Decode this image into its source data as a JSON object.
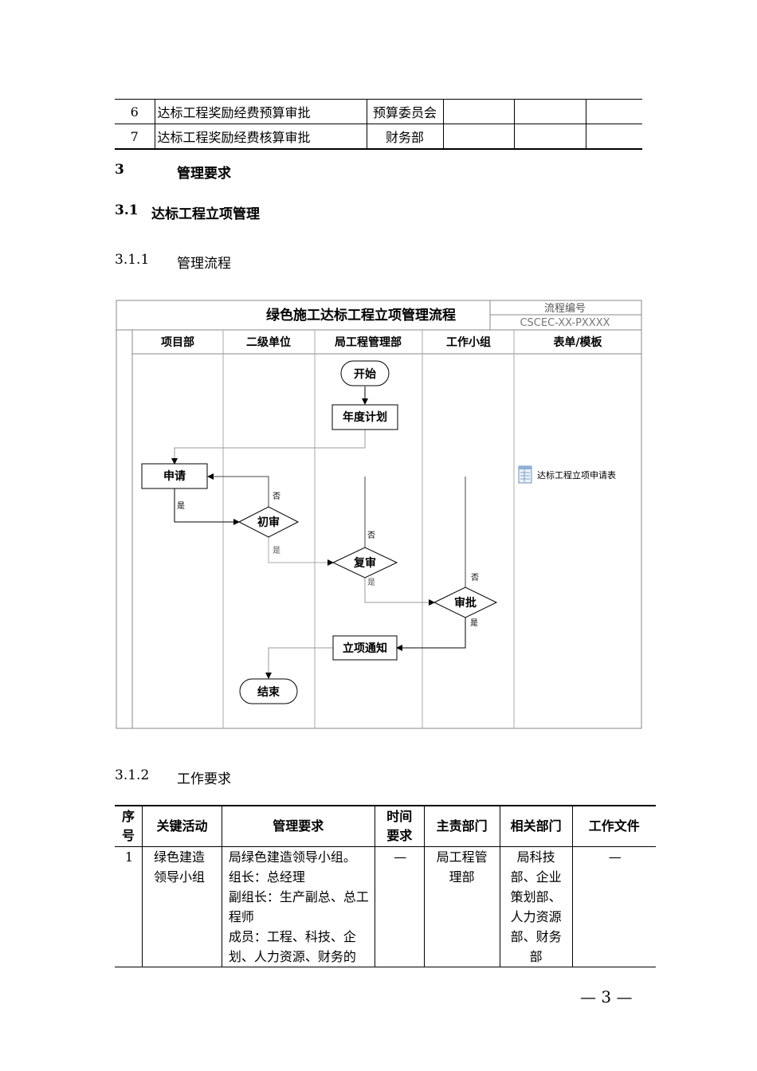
{
  "top_table": {
    "rows": [
      {
        "no": "6",
        "activity": "达标工程奖励经费预算审批",
        "dept": "预算委员会"
      },
      {
        "no": "7",
        "activity": "达标工程奖励经费核算审批",
        "dept": "财务部"
      }
    ]
  },
  "headings": {
    "h3": {
      "num": "3",
      "text": "管理要求"
    },
    "h31": {
      "num": "3.1",
      "text": "达标工程立项管理"
    },
    "h311": {
      "num": "3.1.1",
      "text": "管理流程"
    },
    "h312": {
      "num": "3.1.2",
      "text": "工作要求"
    }
  },
  "flowchart": {
    "title": "绿色施工达标工程立项管理流程",
    "code_label": "流程编号",
    "code_value": "CSCEC-XX-PXXXX",
    "lanes": [
      "项目部",
      "二级单位",
      "局工程管理部",
      "工作小组",
      "表单/模板"
    ],
    "nodes": {
      "start": "开始",
      "plan": "年度计划",
      "apply": "申请",
      "first_review": "初审",
      "second_review": "复审",
      "approve": "审批",
      "notice": "立项通知",
      "end": "结束"
    },
    "labels": {
      "yes": "是",
      "no": "否"
    },
    "form": "达标工程立项申请表"
  },
  "req_table": {
    "headers": [
      "序号",
      "关键活动",
      "管理要求",
      "时间要求",
      "主责部门",
      "相关部门",
      "工作文件"
    ],
    "rows": [
      {
        "no": "1",
        "activity": "绿色建造领导小组",
        "requirement": "局绿色建造领导小组。\n组长：总经理\n副组长：生产副总、总工程师\n成员：工程、科技、企划、人力资源、财务的",
        "time": "—",
        "main_dept": "局工程管理部",
        "related": "局科技部、企业策划部、人力资源部、财务部",
        "files": "—"
      }
    ]
  },
  "page_number": "— 3 —"
}
